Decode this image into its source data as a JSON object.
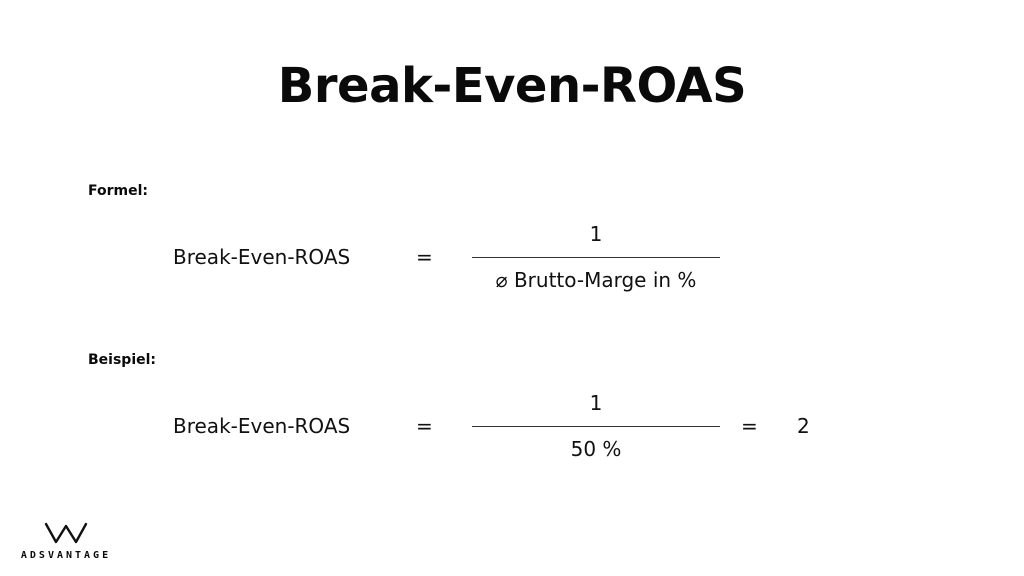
{
  "title": "Break-Even-ROAS",
  "formula": {
    "label": "Formel:",
    "term": "Break-Even-ROAS",
    "equals": "=",
    "numerator": "1",
    "denominator": "⌀ Brutto-Marge in %"
  },
  "example": {
    "label": "Beispiel:",
    "term": "Break-Even-ROAS",
    "equals": "=",
    "numerator": "1",
    "denominator": "50 %",
    "equals2": "=",
    "result": "2"
  },
  "logo": {
    "text": "ADSVANTAGE",
    "icon": "adsvantage-logo-icon"
  }
}
